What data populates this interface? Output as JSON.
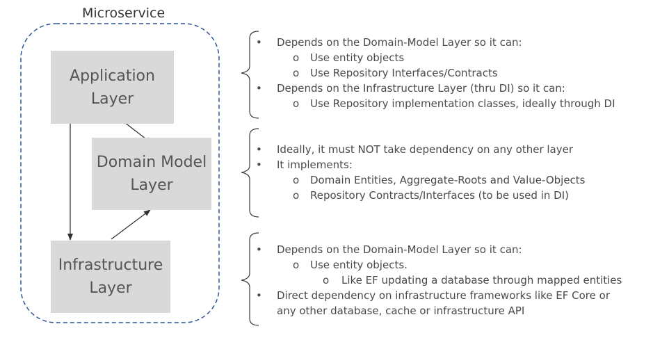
{
  "diagram": {
    "container_label": "Microservice",
    "layers": {
      "application": [
        "Application",
        "Layer"
      ],
      "domain": [
        "Domain Model",
        "Layer"
      ],
      "infrastructure": [
        "Infrastructure",
        "Layer"
      ]
    },
    "notes": {
      "application": [
        {
          "level": 1,
          "bullet": "•",
          "text": "Depends on the Domain-Model Layer so it can:"
        },
        {
          "level": 2,
          "bullet": "o",
          "text": "Use entity objects"
        },
        {
          "level": 2,
          "bullet": "o",
          "text": "Use Repository Interfaces/Contracts"
        },
        {
          "level": 1,
          "bullet": "•",
          "text": "Depends on the Infrastructure Layer (thru DI) so it can:"
        },
        {
          "level": 2,
          "bullet": "o",
          "text": "Use Repository implementation classes, ideally through DI"
        }
      ],
      "domain": [
        {
          "level": 1,
          "bullet": "•",
          "text": "Ideally, it must NOT take dependency on any other layer"
        },
        {
          "level": 1,
          "bullet": "•",
          "text": "It implements:"
        },
        {
          "level": 2,
          "bullet": "o",
          "text": "Domain Entities, Aggregate-Roots and Value-Objects"
        },
        {
          "level": 2,
          "bullet": "o",
          "text": "Repository Contracts/Interfaces (to be used in DI)"
        }
      ],
      "infrastructure": [
        {
          "level": 1,
          "bullet": "•",
          "text": "Depends on the Domain-Model Layer so it can:"
        },
        {
          "level": 2,
          "bullet": "o",
          "text": "Use entity objects."
        },
        {
          "level": 3,
          "bullet": "o",
          "text": "Like EF updating a database through mapped entities"
        },
        {
          "level": 1,
          "bullet": "•",
          "text": "Direct dependency on infrastructure frameworks like EF Core or"
        },
        {
          "level": 0,
          "bullet": "",
          "text": "any other database, cache or infrastructure API"
        }
      ]
    },
    "colors": {
      "border": "#2f5597",
      "layer_fill": "#d9d9d9",
      "text": "#4a4a4a",
      "arrow": "#333333"
    }
  }
}
